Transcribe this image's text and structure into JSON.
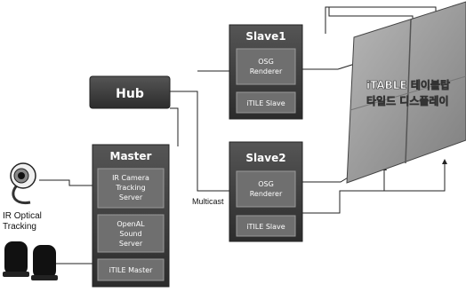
{
  "hub": {
    "label": "Hub"
  },
  "master": {
    "title": "Master",
    "modules": [
      {
        "lines": [
          "IR Camera",
          "Tracking",
          "Server"
        ]
      },
      {
        "lines": [
          "OpenAL",
          "Sound",
          "Server"
        ]
      },
      {
        "lines": [
          "iTILE Master"
        ]
      }
    ]
  },
  "slave1": {
    "title": "Slave1",
    "modules": [
      {
        "lines": [
          "OSG",
          "Renderer"
        ]
      },
      {
        "lines": [
          "iTILE Slave"
        ]
      }
    ]
  },
  "slave2": {
    "title": "Slave2",
    "modules": [
      {
        "lines": [
          "OSG",
          "Renderer"
        ]
      },
      {
        "lines": [
          "iTILE Slave"
        ]
      }
    ]
  },
  "display": {
    "line1": "iTABLE 테이블탑",
    "line2": "타일드 디스플레이"
  },
  "tracking": {
    "line1": "IR Optical",
    "line2": "Tracking"
  },
  "multicast_label": "Multicast",
  "colors": {
    "box_dark": "#3f3f3f",
    "box_module": "#6f6f6f",
    "display_gray": "#9a9a9a",
    "hub": "#4a4a4a"
  }
}
